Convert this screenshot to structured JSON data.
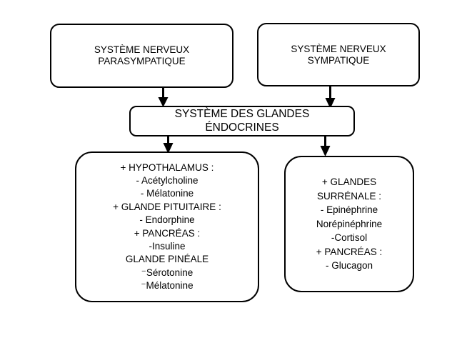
{
  "diagram": {
    "title": "Système des glandes endocrines",
    "background_color": "#ffffff",
    "stroke_color": "#000000",
    "nodes": {
      "parasympathetic": {
        "name": "systeme-nerveux-parasympatique",
        "lines": [
          "SYSTÈME NERVEUX",
          "PARASYMPATIQUE"
        ]
      },
      "sympathetic": {
        "name": "systeme-nerveux-sympatique",
        "lines": [
          "SYSTÈME NERVEUX",
          "SYMPATIQUE"
        ]
      },
      "endocrine": {
        "name": "systeme-des-glandes-endocrines",
        "lines": [
          "SYSTÈME DES GLANDES",
          "ÉNDOCRINES"
        ]
      },
      "left_glands": {
        "name": "glandes-hypothalamus-pituitaire-pancreas-pineale",
        "lines": [
          "+ HYPOTHALAMUS :",
          "- Acétylcholine",
          "- Mélatonine",
          "+ GLANDE PITUITAIRE :",
          "- Endorphine",
          "+ PANCRÉAS :",
          "-Insuline",
          "GLANDE PINÉALE",
          "⁻Sérotonine",
          "⁻Mélatonine"
        ]
      },
      "right_glands": {
        "name": "glandes-surrenale-pancreas",
        "lines": [
          "+ GLANDES",
          "SURRÉNALE :",
          "- Epinéphrine",
          "Norépinéphrine",
          "-Cortisol",
          "+ PANCRÉAS :",
          "- Glucagon"
        ]
      }
    },
    "connectors": [
      {
        "name": "arrow-parasympathetic-to-endocrine",
        "from": "parasympathetic",
        "to": "endocrine"
      },
      {
        "name": "arrow-sympathetic-to-endocrine",
        "from": "sympathetic",
        "to": "endocrine"
      },
      {
        "name": "arrow-endocrine-to-left-glands",
        "from": "endocrine",
        "to": "left_glands"
      },
      {
        "name": "arrow-endocrine-to-right-glands",
        "from": "endocrine",
        "to": "right_glands"
      }
    ]
  }
}
